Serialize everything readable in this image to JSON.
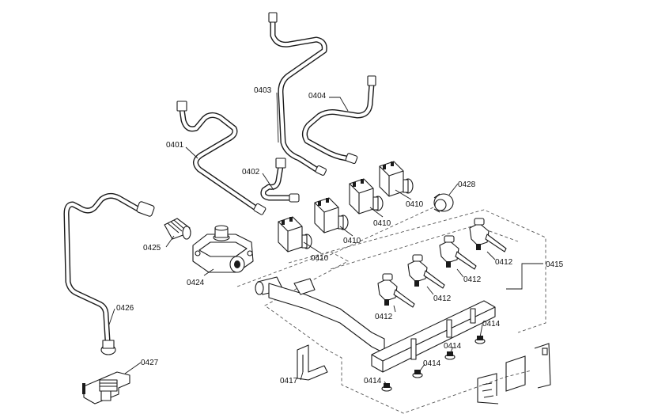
{
  "labels": {
    "p0401": "0401",
    "p0402": "0402",
    "p0403": "0403",
    "p0404": "0404",
    "p0410_a": "0410",
    "p0410_b": "0410",
    "p0410_c": "0410",
    "p0410_d": "0410",
    "p0412_a": "0412",
    "p0412_b": "0412",
    "p0412_c": "0412",
    "p0412_d": "0412",
    "p0414_a": "0414",
    "p0414_b": "0414",
    "p0414_c": "0414",
    "p0414_d": "0414",
    "p0415": "0415",
    "p0417": "0417",
    "p0424": "0424",
    "p0425": "0425",
    "p0426": "0426",
    "p0427": "0427",
    "p0428": "0428"
  }
}
